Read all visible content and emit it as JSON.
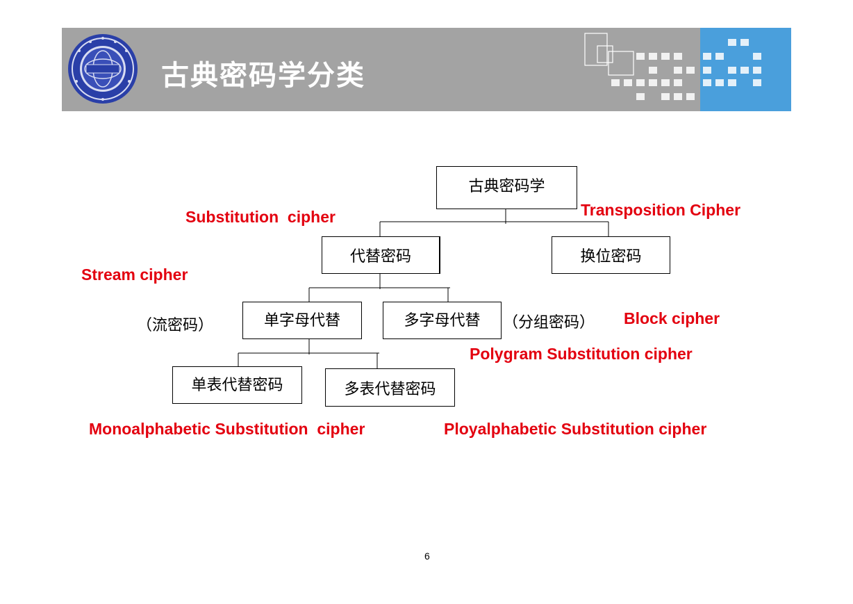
{
  "header": {
    "title": "古典密码学分类"
  },
  "tree": {
    "root": "古典密码学",
    "substitution": "代替密码",
    "transposition": "换位密码",
    "mono_letter": "单字母代替",
    "poly_letter": "多字母代替",
    "mono_table": "单表代替密码",
    "poly_table": "多表代替密码",
    "stream_note": "（流密码）",
    "block_note": "（分组密码）"
  },
  "labels": {
    "substitution_en": "Substitution  cipher",
    "transposition_en": "Transposition Cipher",
    "stream_en": "Stream cipher",
    "block_en": "Block cipher",
    "polygram_en": "Polygram Substitution cipher",
    "mono_en": "Monoalphabetic Substitution  cipher",
    "poly_en": "Ployalphabetic Substitution cipher"
  },
  "footer": {
    "page_number": "6"
  },
  "colors": {
    "header_gray": "#a3a3a3",
    "header_blue": "#4a9fdc",
    "label_red": "#e3000f"
  }
}
